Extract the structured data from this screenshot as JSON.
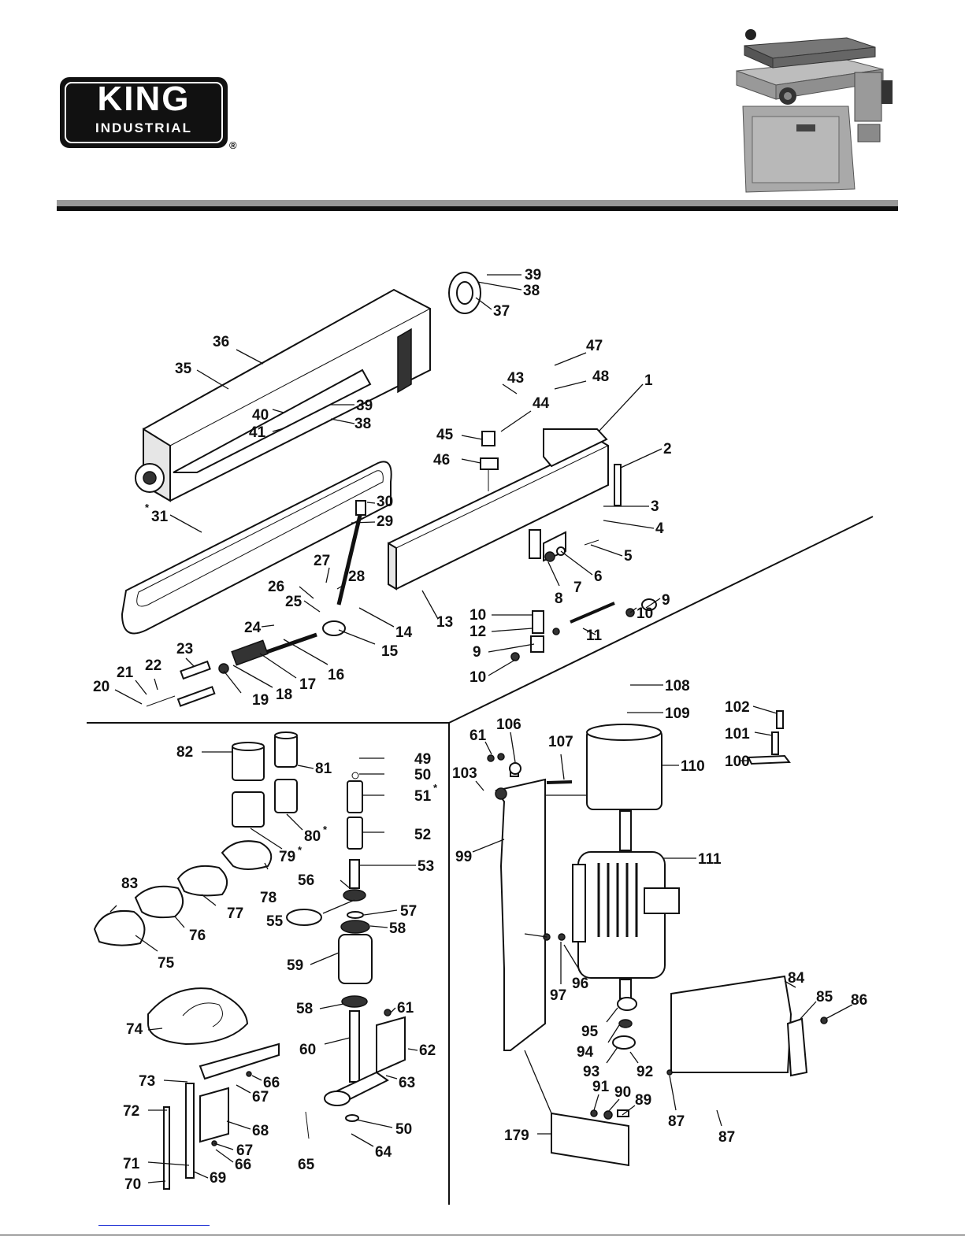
{
  "brand": {
    "logo_text_large": "KING",
    "logo_text_small": "INDUSTRIAL",
    "registered_mark": "®"
  },
  "diagram": {
    "labels": {
      "p1": "1",
      "p2": "2",
      "p3": "3",
      "p4": "4",
      "p5": "5",
      "p6": "6",
      "p7": "7",
      "p8": "8",
      "p9a": "9",
      "p9b": "9",
      "p10a": "10",
      "p10b": "10",
      "p10c": "10",
      "p11": "11",
      "p12": "12",
      "p13": "13",
      "p14": "14",
      "p15": "15",
      "p16": "16",
      "p17": "17",
      "p18": "18",
      "p19": "19",
      "p20": "20",
      "p21": "21",
      "p22": "22",
      "p23": "23",
      "p24": "24",
      "p25": "25",
      "p26": "26",
      "p27": "27",
      "p28": "28",
      "p29": "29",
      "p30": "30",
      "p31": "31",
      "p35": "35",
      "p36": "36",
      "p37": "37",
      "p38a": "38",
      "p38b": "38",
      "p39a": "39",
      "p39b": "39",
      "p40": "40",
      "p41": "41",
      "p43": "43",
      "p44": "44",
      "p45": "45",
      "p46": "46",
      "p47": "47",
      "p48": "48",
      "p49": "49",
      "p50a": "50",
      "p50b": "50",
      "p51": "51",
      "p52": "52",
      "p53": "53",
      "p55": "55",
      "p56": "56",
      "p57": "57",
      "p58a": "58",
      "p58b": "58",
      "p59": "59",
      "p60": "60",
      "p61a": "61",
      "p61b": "61",
      "p62": "62",
      "p63": "63",
      "p64": "64",
      "p65": "65",
      "p66a": "66",
      "p66b": "66",
      "p67a": "67",
      "p67b": "67",
      "p68": "68",
      "p69": "69",
      "p70": "70",
      "p71": "71",
      "p72": "72",
      "p73": "73",
      "p74": "74",
      "p75": "75",
      "p76": "76",
      "p77": "77",
      "p78": "78",
      "p79": "79",
      "p80": "80",
      "p81": "81",
      "p82": "82",
      "p83": "83",
      "p84": "84",
      "p85": "85",
      "p86": "86",
      "p87a": "87",
      "p87b": "87",
      "p89": "89",
      "p90": "90",
      "p91": "91",
      "p92": "92",
      "p93": "93",
      "p94": "94",
      "p95": "95",
      "p96": "96",
      "p97": "97",
      "p99": "99",
      "p100": "100",
      "p101": "101",
      "p102": "102",
      "p103": "103",
      "p106": "106",
      "p107": "107",
      "p108": "108",
      "p109": "109",
      "p110": "110",
      "p111": "111",
      "p179": "179"
    },
    "asterisk": "*"
  }
}
